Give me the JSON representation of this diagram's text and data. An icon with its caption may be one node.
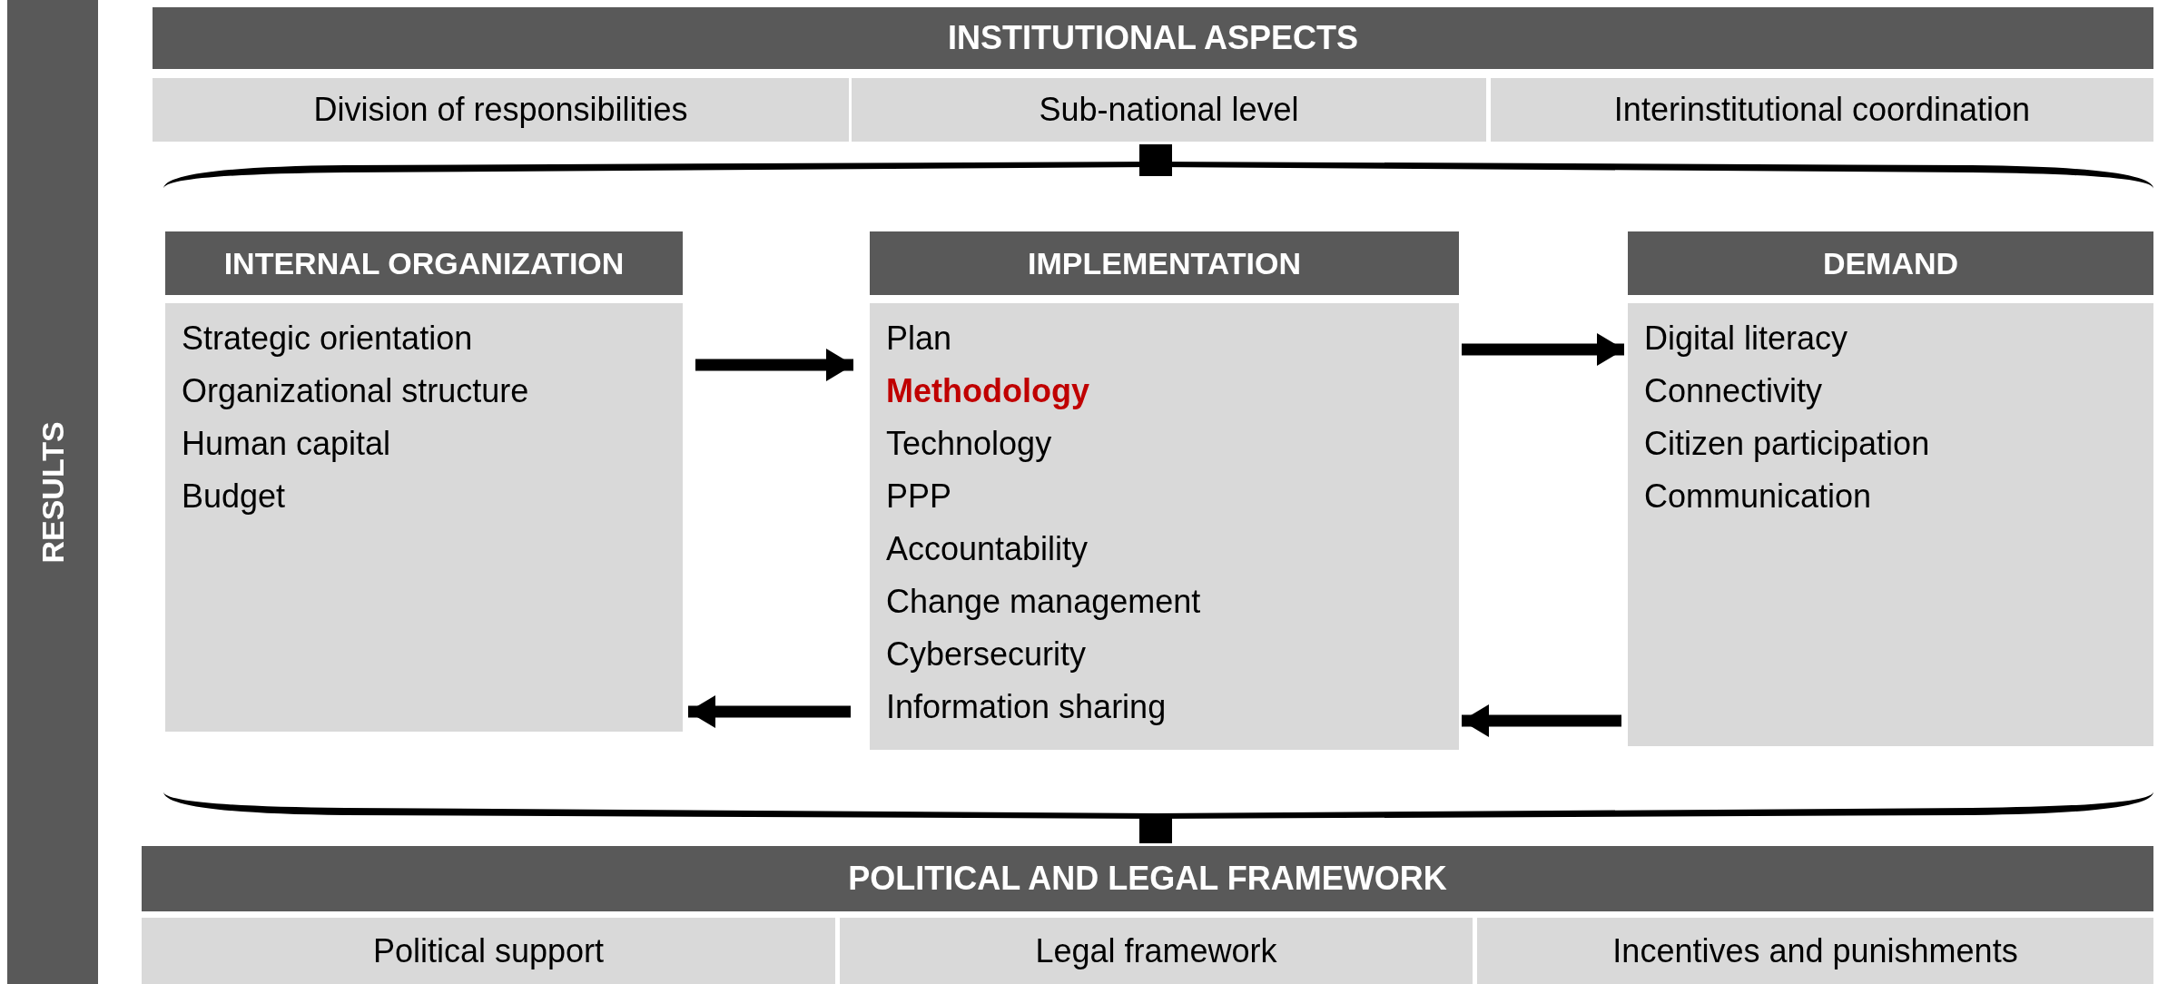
{
  "diagram": {
    "nodes": [
      {
        "text": [
          "RESULTS"
        ]
      },
      {
        "text": [
          "INSTITUTIONAL ASPECTS"
        ]
      },
      {
        "text": [
          "Division of responsibilities"
        ]
      },
      {
        "text": [
          "Sub-national level"
        ]
      },
      {
        "text": [
          "Interinstitutional coordination"
        ]
      },
      {
        "text": [
          "INTERNAL ORGANIZATION",
          "Strategic orientation",
          "Organizational structure",
          "Human capital",
          "Budget"
        ]
      },
      {
        "text": [
          "IMPLEMENTATION",
          "Plan",
          "**Methodology**",
          "Technology",
          "PPP",
          "Accountability",
          "Change management",
          "Cybersecurity",
          "Information sharing"
        ]
      },
      {
        "text": [
          "DEMAND",
          "Digital literacy",
          "Connectivity",
          "Citizen participation",
          "Communication"
        ]
      },
      {
        "text": [
          "POLITICAL AND LEGAL FRAMEWORK"
        ]
      },
      {
        "text": [
          "Political support"
        ]
      },
      {
        "text": [
          "Legal framework"
        ]
      },
      {
        "text": [
          "Incentives and punishments"
        ]
      }
    ],
    "edges": [
      {
        "from": 5,
        "to": 6,
        "arrow": "to"
      },
      {
        "from": 6,
        "to": 7,
        "arrow": "to"
      },
      {
        "from": 6,
        "to": 5,
        "arrow": "to"
      },
      {
        "from": 7,
        "to": 6,
        "arrow": "to"
      }
    ]
  }
}
